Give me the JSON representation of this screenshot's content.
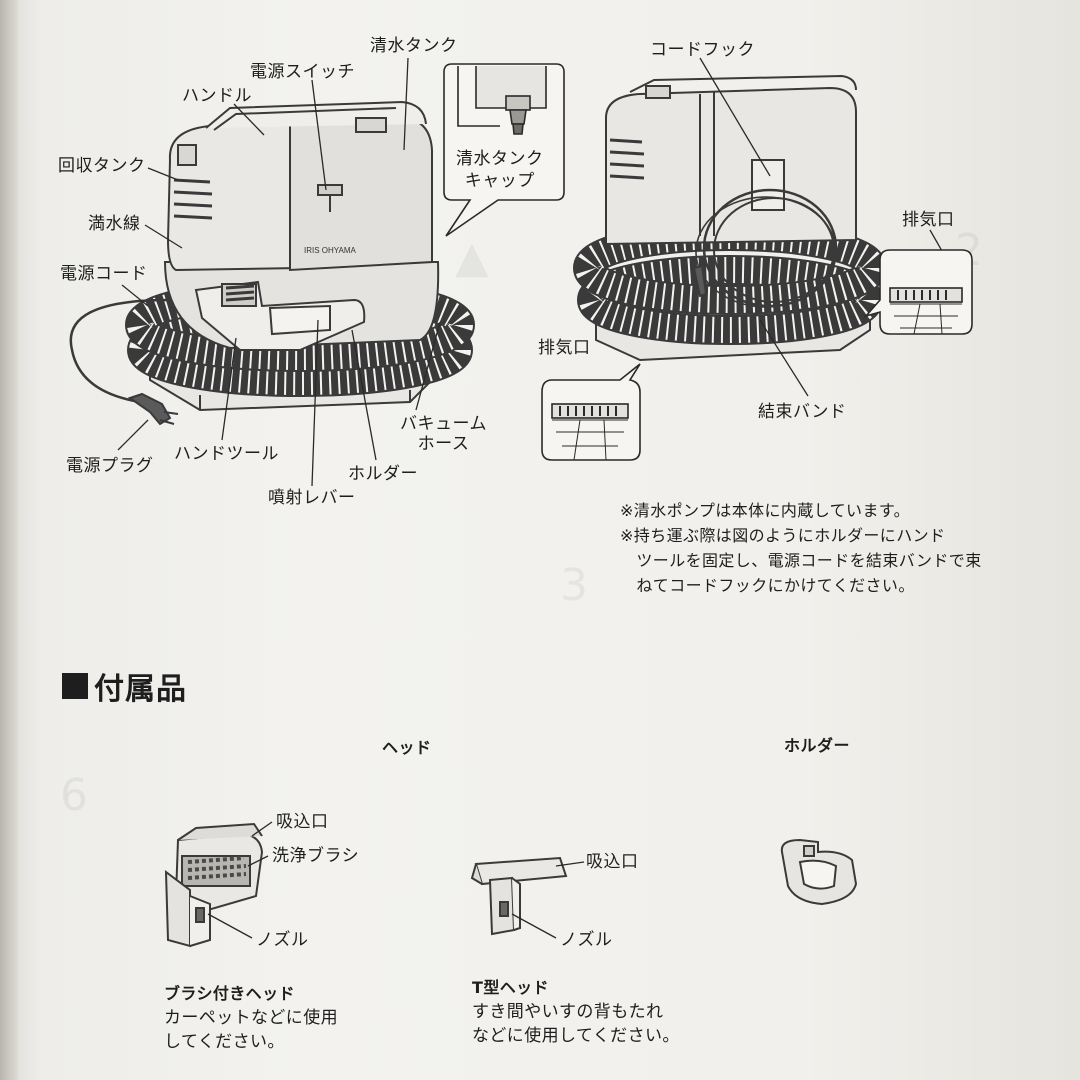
{
  "main_diagram": {
    "labels": {
      "clean_tank": "清水タンク",
      "power_switch": "電源スイッチ",
      "handle": "ハンドル",
      "recovery_tank": "回収タンク",
      "full_water_line": "満水線",
      "power_cord": "電源コード",
      "power_plug": "電源プラグ",
      "hand_tool": "ハンドツール",
      "spray_lever": "噴射レバー",
      "holder": "ホルダー",
      "vacuum_hose_line1": "バキューム",
      "vacuum_hose_line2": "ホース",
      "brand": "IRIS OHYAMA"
    },
    "inset": {
      "cap_line1": "清水タンク",
      "cap_line2": "キャップ"
    }
  },
  "right_diagram": {
    "labels": {
      "cord_hook": "コードフック",
      "exhaust_right": "排気口",
      "exhaust_left": "排気口",
      "binding_band": "結束バンド"
    }
  },
  "notes": [
    "※清水ポンプは本体に内蔵しています。",
    "※持ち運ぶ際は図のようにホルダーにハンド",
    "　ツールを固定し、電源コードを結束バンドで束",
    "　ねてコードフックにかけてください。"
  ],
  "accessories": {
    "title": "付属品",
    "head_heading": "ヘッド",
    "holder_heading": "ホルダー",
    "brush_head": {
      "suction": "吸込口",
      "brush": "洗浄ブラシ",
      "nozzle": "ノズル",
      "name": "ブラシ付きヘッド",
      "desc_line1": "カーペットなどに使用",
      "desc_line2": "してください。"
    },
    "t_head": {
      "suction": "吸込口",
      "nozzle": "ノズル",
      "name": "T型ヘッド",
      "desc_line1": "すき間やいすの背もたれ",
      "desc_line2": "などに使用してください。"
    }
  }
}
